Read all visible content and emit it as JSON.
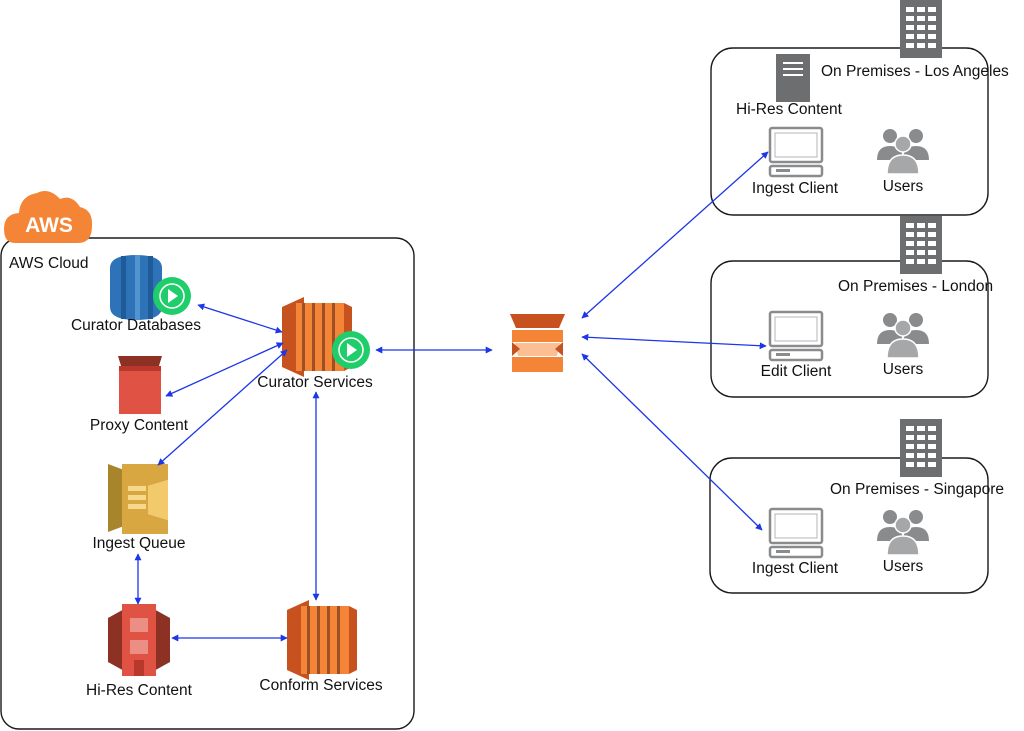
{
  "aws": {
    "badge": "AWS",
    "cloud_label": "AWS Cloud",
    "nodes": {
      "curator_databases": "Curator Databases",
      "curator_services": "Curator Services",
      "proxy_content": "Proxy Content",
      "ingest_queue": "Ingest Queue",
      "hi_res_content": "Hi-Res Content",
      "conform_services": "Conform Services"
    }
  },
  "sites": {
    "los_angeles": {
      "title": "On Premises - Los Angeles",
      "storage": "Hi-Res Content",
      "client": "Ingest Client",
      "users": "Users"
    },
    "london": {
      "title": "On Premises - London",
      "client": "Edit Client",
      "users": "Users"
    },
    "singapore": {
      "title": "On Premises - Singapore",
      "client": "Ingest Client",
      "users": "Users"
    }
  },
  "colors": {
    "aws_orange": "#f58536",
    "aws_red": "#e05243",
    "queue_gold": "#d9a741",
    "db_blue": "#2e73b8",
    "play_green": "#1fcd6b",
    "connector_blue": "#1c36e8",
    "on_prem_gray": "#6d6e70"
  }
}
